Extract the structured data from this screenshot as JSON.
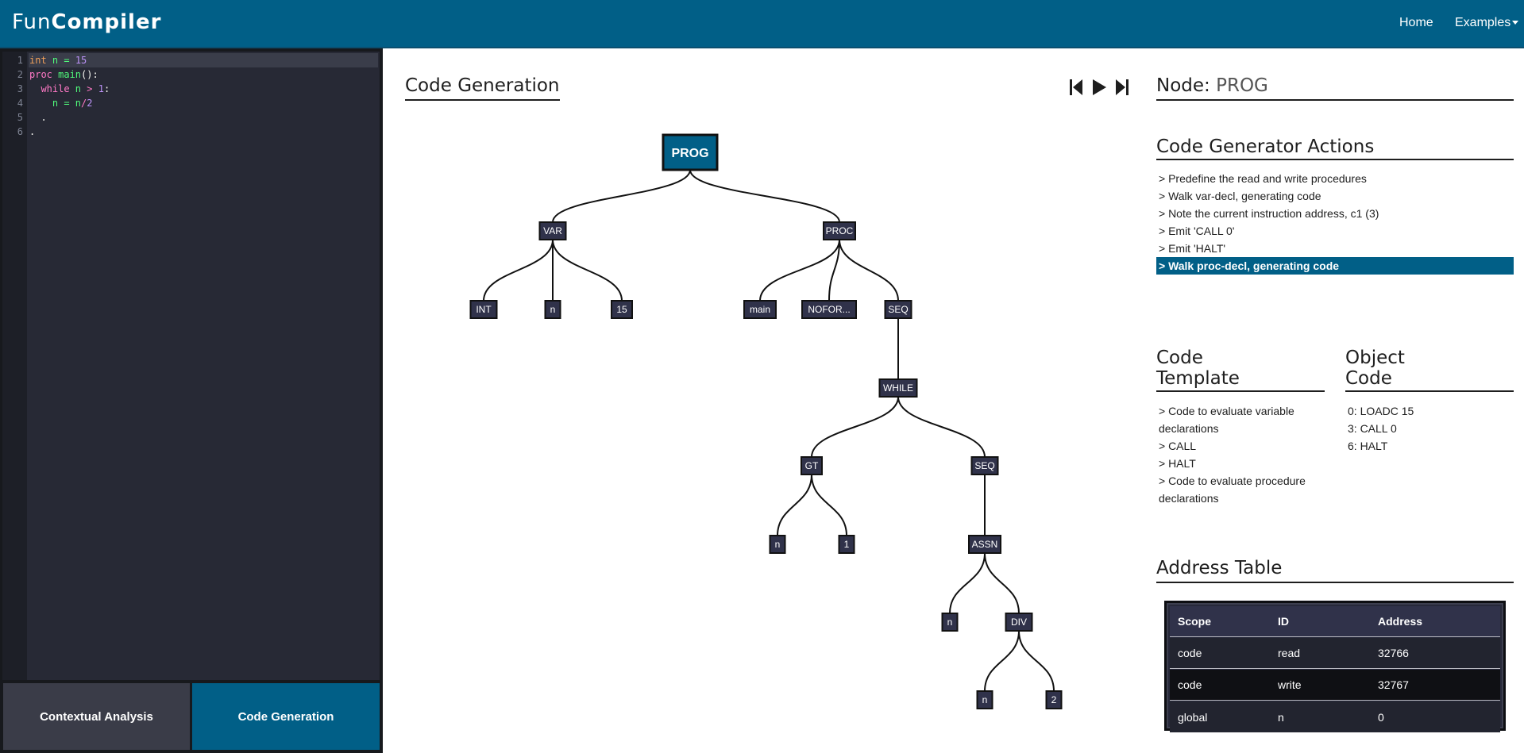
{
  "header": {
    "brand_part1": "Fun",
    "brand_part2": "Compiler",
    "nav_home": "Home",
    "nav_examples": "Examples"
  },
  "editor": {
    "line_numbers": [
      "1",
      "2",
      "3",
      "4",
      "5",
      "6"
    ],
    "lines": [
      [
        {
          "t": "int",
          "c": "kw-type"
        },
        {
          "t": " n = ",
          "c": "ident"
        },
        {
          "t": "15",
          "c": "num"
        }
      ],
      [
        {
          "t": "proc ",
          "c": "kw"
        },
        {
          "t": "main",
          "c": "ident"
        },
        {
          "t": "():",
          "c": "plain"
        }
      ],
      [
        {
          "t": "  while ",
          "c": "kw"
        },
        {
          "t": "n ",
          "c": "ident"
        },
        {
          "t": "> ",
          "c": "op"
        },
        {
          "t": "1",
          "c": "num"
        },
        {
          "t": ":",
          "c": "plain"
        }
      ],
      [
        {
          "t": "    n = n",
          "c": "ident"
        },
        {
          "t": "/",
          "c": "op"
        },
        {
          "t": "2",
          "c": "num"
        }
      ],
      [
        {
          "t": "  .",
          "c": "plain"
        }
      ],
      [
        {
          "t": ".",
          "c": "plain"
        }
      ]
    ]
  },
  "tabs": {
    "contextual": "Contextual Analysis",
    "generation": "Code Generation"
  },
  "center": {
    "title": "Code Generation",
    "controls": [
      "skip-to-start-icon",
      "play-icon",
      "skip-to-end-icon"
    ]
  },
  "tree": {
    "nodes": [
      {
        "id": "prog",
        "label": "PROG",
        "root": true
      },
      {
        "id": "var",
        "label": "VAR"
      },
      {
        "id": "proc",
        "label": "PROC"
      },
      {
        "id": "int",
        "label": "INT"
      },
      {
        "id": "n1",
        "label": "n"
      },
      {
        "id": "n15",
        "label": "15"
      },
      {
        "id": "main",
        "label": "main"
      },
      {
        "id": "nofor",
        "label": "NOFOR..."
      },
      {
        "id": "seq1",
        "label": "SEQ"
      },
      {
        "id": "while",
        "label": "WHILE"
      },
      {
        "id": "gt",
        "label": "GT"
      },
      {
        "id": "seq2",
        "label": "SEQ"
      },
      {
        "id": "gtn",
        "label": "n"
      },
      {
        "id": "gt1",
        "label": "1"
      },
      {
        "id": "assn",
        "label": "ASSN"
      },
      {
        "id": "assnn",
        "label": "n"
      },
      {
        "id": "div",
        "label": "DIV"
      },
      {
        "id": "divn",
        "label": "n"
      },
      {
        "id": "div2",
        "label": "2"
      }
    ],
    "edges": [
      [
        "prog",
        "var"
      ],
      [
        "prog",
        "proc"
      ],
      [
        "var",
        "int"
      ],
      [
        "var",
        "n1"
      ],
      [
        "var",
        "n15"
      ],
      [
        "proc",
        "main"
      ],
      [
        "proc",
        "nofor"
      ],
      [
        "proc",
        "seq1"
      ],
      [
        "seq1",
        "while"
      ],
      [
        "while",
        "gt"
      ],
      [
        "while",
        "seq2"
      ],
      [
        "gt",
        "gtn"
      ],
      [
        "gt",
        "gt1"
      ],
      [
        "seq2",
        "assn"
      ],
      [
        "assn",
        "assnn"
      ],
      [
        "assn",
        "div"
      ],
      [
        "div",
        "divn"
      ],
      [
        "div",
        "div2"
      ]
    ]
  },
  "node_panel": {
    "label": "Node:",
    "value": "PROG"
  },
  "actions": {
    "title": "Code Generator Actions",
    "items": [
      "> Predefine the read and write procedures",
      "> Walk var-decl, generating code",
      "> Note the current instruction address, c1 (3)",
      "> Emit 'CALL 0'",
      "> Emit 'HALT'",
      "> Walk proc-decl, generating code"
    ],
    "current_index": 5
  },
  "template": {
    "title_line1": "Code",
    "title_line2": "Template",
    "lines": [
      "> Code to evaluate variable",
      "declarations",
      "> CALL",
      "> HALT",
      "> Code to evaluate procedure",
      "declarations"
    ]
  },
  "object_code": {
    "title_line1": "Object",
    "title_line2": "Code",
    "lines": [
      "0: LOADC 15",
      "3: CALL 0",
      "6: HALT"
    ]
  },
  "address_table": {
    "title": "Address Table",
    "headers": [
      "Scope",
      "ID",
      "Address"
    ],
    "rows": [
      [
        "code",
        "read",
        "32766"
      ],
      [
        "code",
        "write",
        "32767"
      ],
      [
        "global",
        "n",
        "0"
      ]
    ]
  },
  "colors": {
    "accent": "#015f87",
    "node_bg": "#30324a",
    "editor_bg": "#272935"
  }
}
